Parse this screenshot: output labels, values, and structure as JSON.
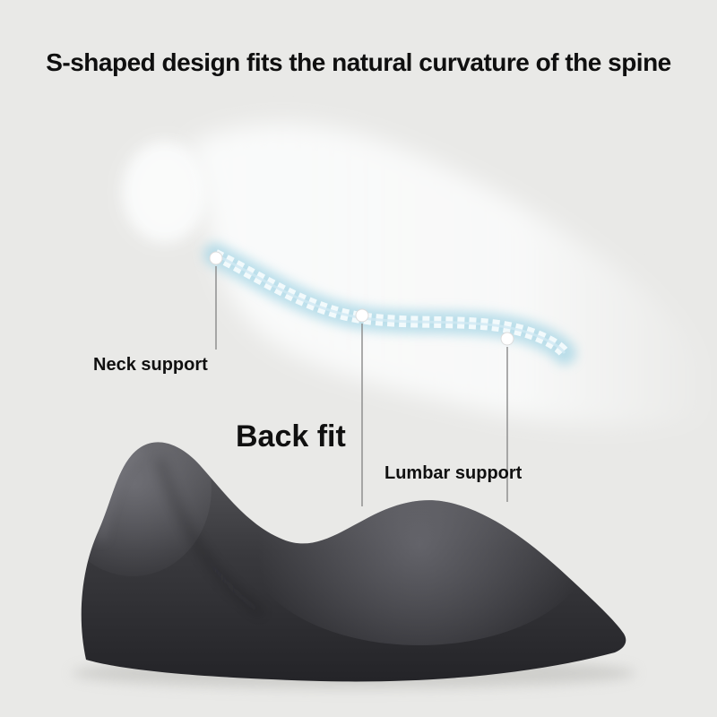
{
  "title": "S-shaped design fits the natural curvature of the spine",
  "labels": {
    "neck": "Neck support",
    "back": "Back fit",
    "lumbar": "Lumbar support"
  },
  "colors": {
    "background": "#e9e9e7",
    "title_text": "#0f0f0f",
    "label_text": "#101010",
    "leader_line": "#8f8f8f",
    "spine_glow": "#9fd3e4",
    "spine_bone": "#f4fbfd",
    "spine_core": "#cfe9f2",
    "marker_dot": "#ffffff",
    "silhouette": "#fbfcfc",
    "pillow_top": "#5b5b5f",
    "pillow_mid": "#3a3a3e",
    "pillow_bottom": "#232327",
    "ground_shadow": "#c9c9c6"
  }
}
